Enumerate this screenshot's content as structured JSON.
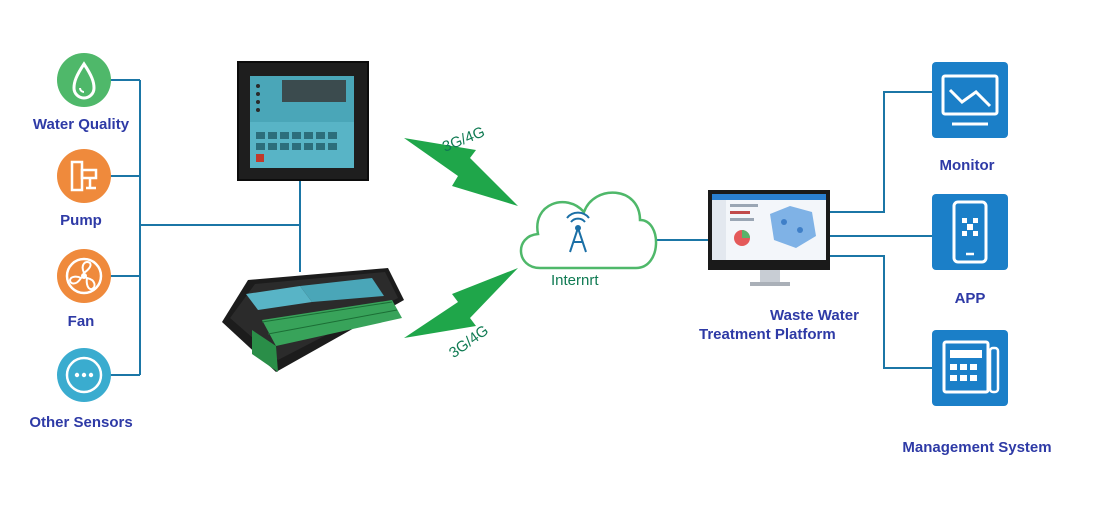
{
  "sensors": [
    {
      "label": "Water Quality",
      "icon": "water-drop-icon",
      "color": "#4fb86a"
    },
    {
      "label": "Pump",
      "icon": "pump-icon",
      "color": "#ef8a3c"
    },
    {
      "label": "Fan",
      "icon": "fan-icon",
      "color": "#ef8a3c"
    },
    {
      "label": "Other Sensors",
      "icon": "more-dots-icon",
      "color": "#3aaccf"
    }
  ],
  "network": {
    "link_top": "3G/4G",
    "link_bottom": "3G/4G",
    "cloud_label": "Internrt",
    "cloud_icon": "antenna-tower-icon"
  },
  "platform": {
    "line1": "Waste Water",
    "line2": "Treatment Platform"
  },
  "outputs": [
    {
      "label": "Monitor",
      "icon": "monitor-chart-icon"
    },
    {
      "label": "APP",
      "icon": "smartphone-icon"
    },
    {
      "label": "Management System",
      "icon": "management-panel-icon"
    }
  ],
  "colors": {
    "label_text": "#2e3aa6",
    "connector": "#1b76a6",
    "signal_green": "#1fa64a",
    "output_tile": "#1b7fc8"
  }
}
